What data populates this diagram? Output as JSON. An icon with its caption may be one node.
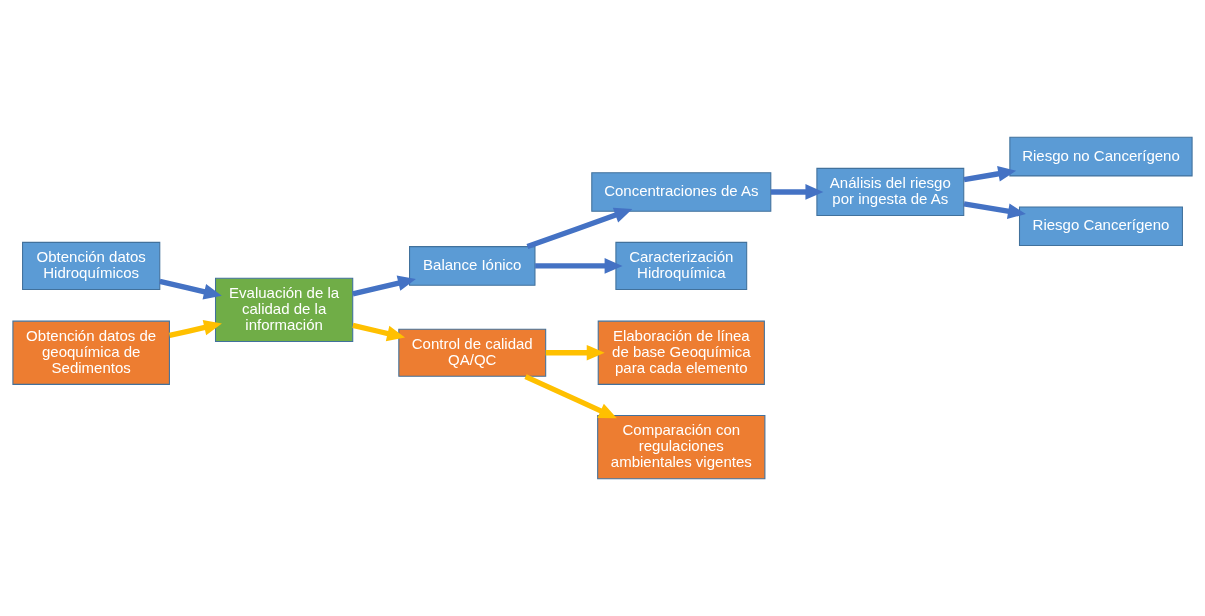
{
  "diagram": {
    "nodes": [
      {
        "text": [
          "Obtención datos Hidroquímicos"
        ]
      },
      {
        "text": [
          "Evaluación de la calidad de la información"
        ]
      },
      {
        "text": [
          "Obtención datos de geoquímica de Sedimentos"
        ]
      },
      {
        "text": [
          "Balance Iónico"
        ]
      },
      {
        "text": [
          "Concentraciones de As"
        ]
      },
      {
        "text": [
          "Caracterización Hidroquímica"
        ]
      },
      {
        "text": [
          "Análisis del riesgo por ingesta de As"
        ]
      },
      {
        "text": [
          "Riesgo no Cancerígeno"
        ]
      },
      {
        "text": [
          "Riesgo Cancerígeno"
        ]
      },
      {
        "text": [
          "Control de calidad QA/QC"
        ]
      },
      {
        "text": [
          "Elaboración de línea de base Geoquímica para cada elemento"
        ]
      },
      {
        "text": [
          "Comparación con regulaciones ambientales vigentes"
        ]
      }
    ],
    "edges": [
      {
        "from": 0,
        "to": 1,
        "arrow": "to"
      },
      {
        "from": 2,
        "to": 1,
        "arrow": "to",
        "color": "#ffc000"
      },
      {
        "from": 1,
        "to": 3,
        "arrow": "to"
      },
      {
        "from": 3,
        "to": 4,
        "arrow": "to"
      },
      {
        "from": 3,
        "to": 5,
        "arrow": "to"
      },
      {
        "from": 4,
        "to": 6,
        "arrow": "to"
      },
      {
        "from": 6,
        "to": 7,
        "arrow": "to"
      },
      {
        "from": 6,
        "to": 8,
        "arrow": "to"
      },
      {
        "from": 1,
        "to": 9,
        "arrow": "to",
        "color": "#ffc000"
      },
      {
        "from": 9,
        "to": 10,
        "arrow": "to",
        "color": "#ffc000"
      },
      {
        "from": 9,
        "to": 11,
        "arrow": "to",
        "color": "#ffc000"
      }
    ]
  }
}
